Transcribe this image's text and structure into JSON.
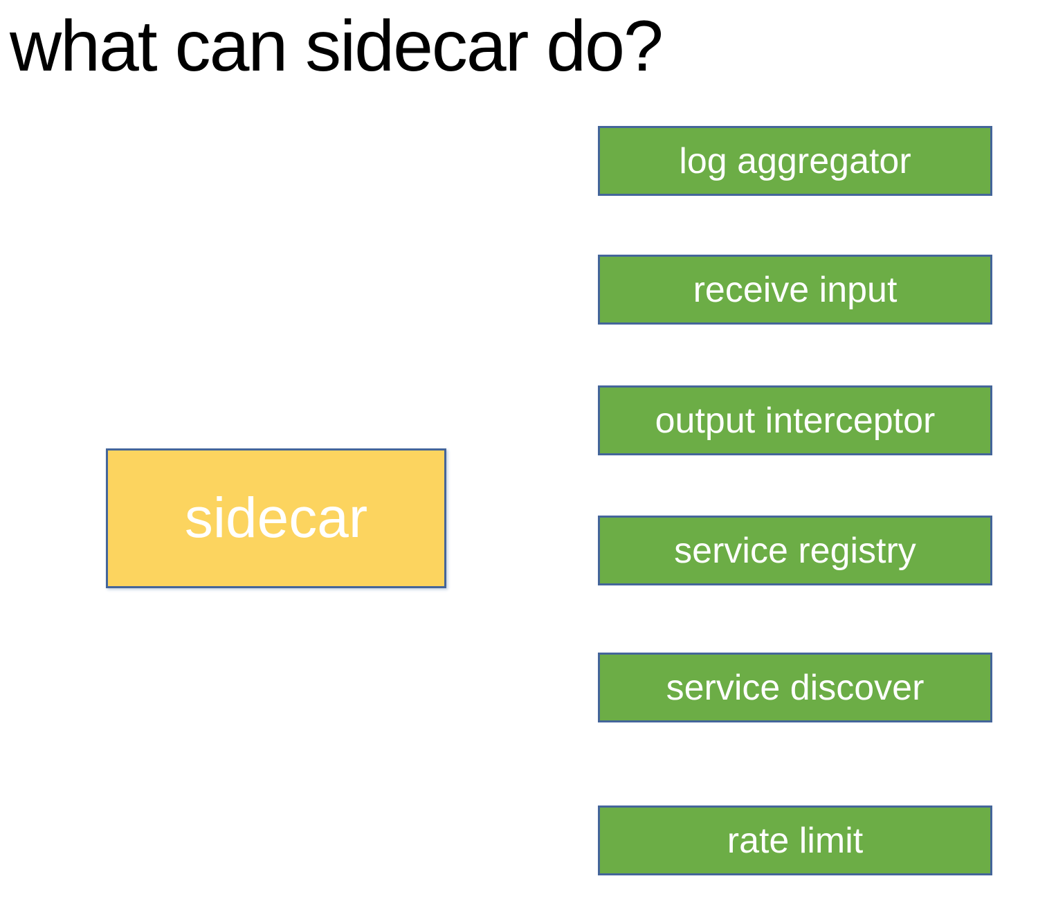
{
  "title": "what can sidecar do?",
  "sidecar": {
    "label": "sidecar"
  },
  "capabilities": [
    {
      "label": "log aggregator"
    },
    {
      "label": "receive input"
    },
    {
      "label": "output interceptor"
    },
    {
      "label": "service registry"
    },
    {
      "label": "service discover"
    },
    {
      "label": "rate limit"
    }
  ],
  "colors": {
    "background": "#FFFFFF",
    "title_black": "#000000",
    "yellow": "#FCD45F",
    "green": "#6CAD46",
    "border_blue": "#44659A",
    "text_white": "#FFFFFF"
  }
}
